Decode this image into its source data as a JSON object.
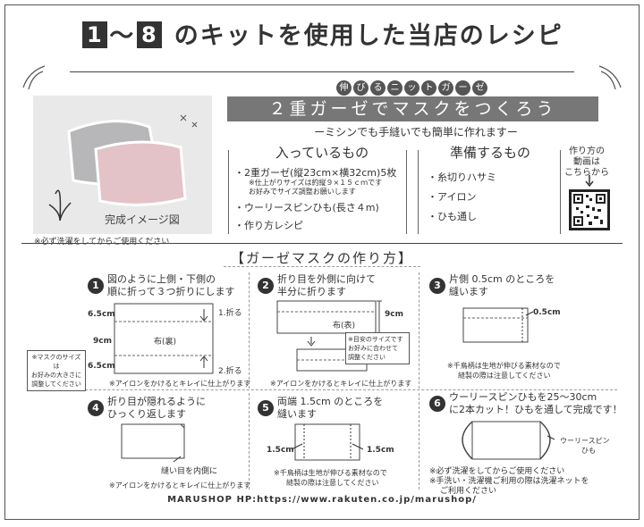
{
  "title": {
    "num_start": "1",
    "tilde": "〜",
    "num_end": "8",
    "text": "のキットを使用した当店のレシピ"
  },
  "photo": {
    "label": "完成イメージ図",
    "note": "※必ず洗濯をしてからご使用ください"
  },
  "tag_chars": [
    "伸",
    "び",
    "る",
    "ニ",
    "ッ",
    "ト",
    "ガ",
    "ー",
    "ゼ"
  ],
  "banner": "２重ガーゼでマスクをつくろう",
  "subtitle": "ーミシンでも手縫いでも簡単に作れますー",
  "contents": {
    "heading": "入っているもの",
    "item1": "・2重ガーゼ(縦23cm×横32cm)5枚",
    "item1_note1": "※仕上がりサイズは約縦９×１５ｃｍです",
    "item1_note2": "お好みでサイズ調整お願いします",
    "item2": "・ウーリースピンひも(長さ４m)",
    "item3": "・作り方レシピ"
  },
  "prepare": {
    "heading": "準備するもの",
    "items": [
      "・糸切りハサミ",
      "・アイロン",
      "・ひも通し"
    ]
  },
  "video": {
    "line1": "作り方の",
    "line2": "動画は",
    "line3": "こちらから"
  },
  "section_title": "【ガーゼマスクの作り方】",
  "steps": [
    {
      "n": "1",
      "line1": "図のように上側・下側の",
      "line2": "順に折って３つ折りにします",
      "cap": "※アイロンをかけるとキレイに仕上がります"
    },
    {
      "n": "2",
      "line1": "折り目を外側に向けて",
      "line2": "半分に折ります",
      "cap": "※アイロンをかけるとキレイに仕上がります"
    },
    {
      "n": "3",
      "line1": "片側 0.5cm のところを",
      "line2": "縫います",
      "cap1": "※千鳥柄は生地が伸びる素材なので",
      "cap2": "縫製の際は注意してください"
    },
    {
      "n": "4",
      "line1": "折り目が隠れるように",
      "line2": "ひっくり返します",
      "cap": "※アイロンをかけるとキレイに仕上がります"
    },
    {
      "n": "5",
      "line1": "両端 1.5cm のところを",
      "line2": "縫います",
      "cap1": "※千鳥柄は生地が伸びる素材なので",
      "cap2": "縫製の際は注意してください"
    },
    {
      "n": "6",
      "line1": "ウーリースピンひもを25〜30cm",
      "line2": "に2本カット！ひもを通して完成です！",
      "cap1": "※必ず洗濯をしてからご使用ください",
      "cap2": "※手洗い・洗濯機ご利用の際は洗濯ネットを",
      "cap3": "ご利用ください"
    }
  ],
  "diagram1": {
    "top": "6.5cm",
    "mid": "9cm",
    "bot": "6.5cm",
    "center": "布(裏)",
    "fold1": "1.折る",
    "fold2": "2.折る",
    "note1": "※マスクのサイズは",
    "note2": "お好みの大きさに",
    "note3": "調整してください"
  },
  "diagram2": {
    "fabric": "布(表)",
    "dim": "9cm",
    "note1": "※目安のサイズです",
    "note2": "お好みに合わせて",
    "note3": "調整ください"
  },
  "diagram3": {
    "dim": "0.5cm"
  },
  "diagram4": {
    "label": "縫い目を内側に"
  },
  "diagram5": {
    "left": "1.5cm",
    "right": "1.5cm"
  },
  "diagram6": {
    "line1": "ウーリースピン",
    "line2": "ひも"
  },
  "footer": "MARUSHOP HP:https://www.rakuten.co.jp/marushop/"
}
